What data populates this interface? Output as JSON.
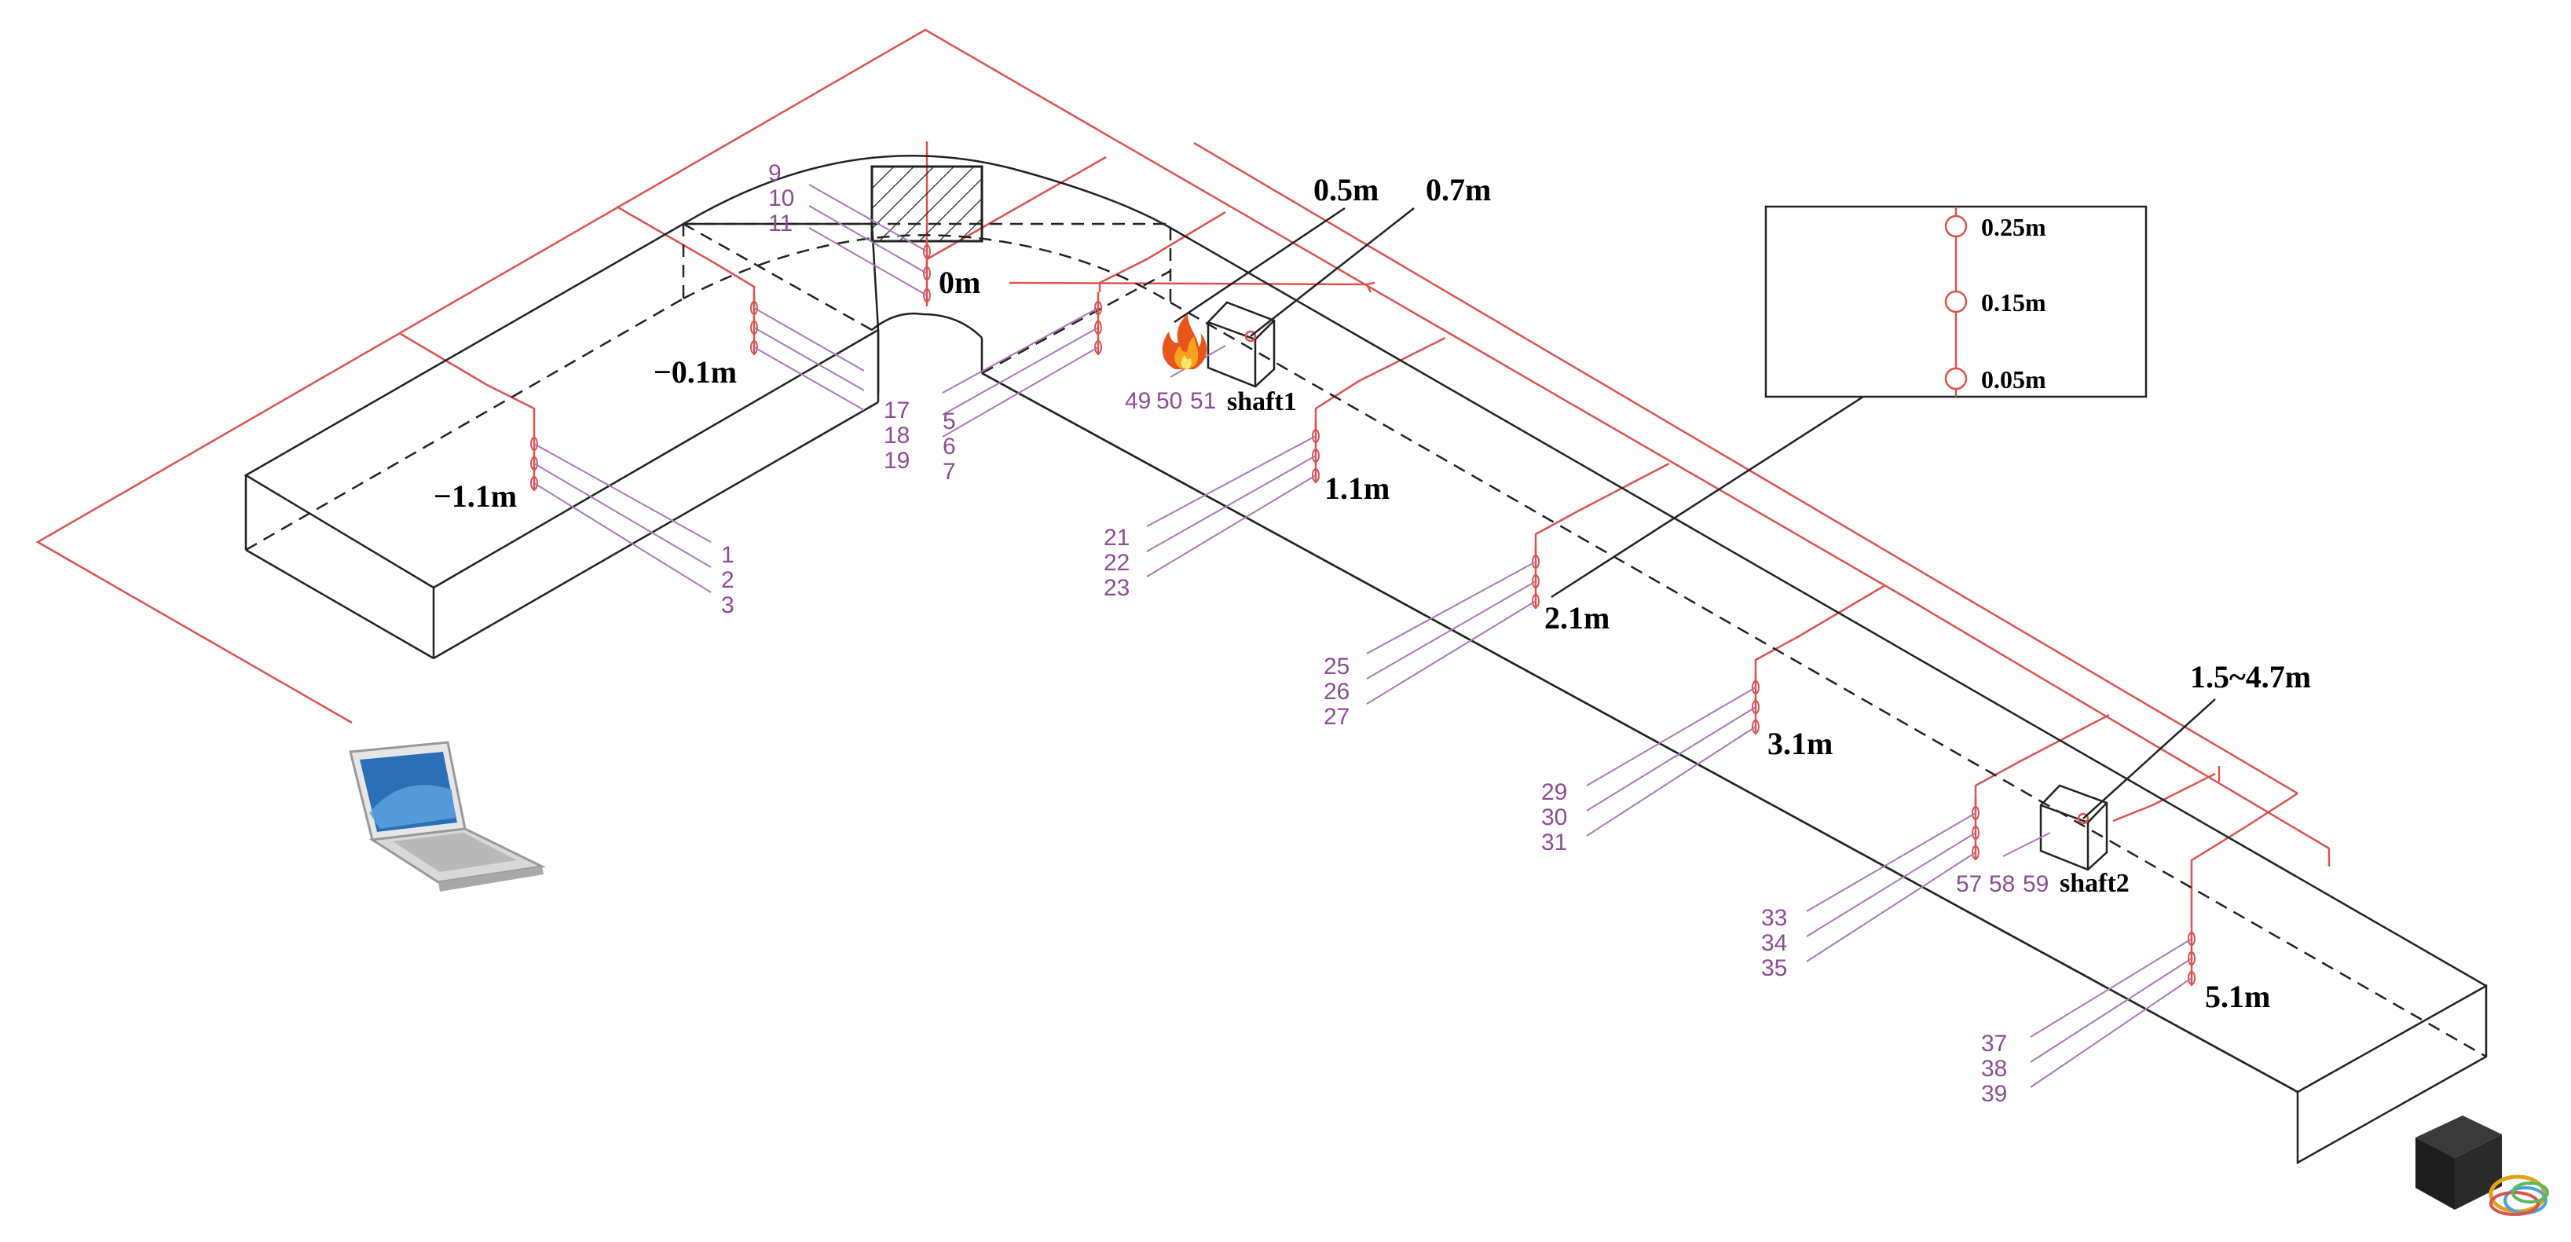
{
  "colors": {
    "wire": "#d9534f",
    "leader": "#a779b3",
    "label": "#8e4b96",
    "outline": "#222222"
  },
  "icons": {
    "fire": "fire-icon",
    "laptop": "laptop-icon",
    "daq": "data-logger-icon"
  },
  "positions": {
    "neg1_1": "−1.1m",
    "neg0_1": "−0.1m",
    "zero": "0m",
    "p1_1": "1.1m",
    "p2_1": "2.1m",
    "p3_1": "3.1m",
    "p5_1": "5.1m",
    "shaft1_a": "0.5m",
    "shaft1_b": "0.7m",
    "shaft2": "1.5~4.7m"
  },
  "shafts": {
    "shaft1": "shaft1",
    "shaft2": "shaft2"
  },
  "inset": {
    "h1": "0.25m",
    "h2": "0.15m",
    "h3": "0.05m"
  },
  "sensors": {
    "g1": [
      "1",
      "2",
      "3"
    ],
    "g2": [
      "9",
      "10",
      "11"
    ],
    "g3": [
      "17",
      "18",
      "19"
    ],
    "g4": [
      "5",
      "6",
      "7"
    ],
    "g5": [
      "49",
      "50",
      "51"
    ],
    "g6": [
      "21",
      "22",
      "23"
    ],
    "g7": [
      "25",
      "26",
      "27"
    ],
    "g8": [
      "29",
      "30",
      "31"
    ],
    "g9": [
      "33",
      "34",
      "35"
    ],
    "g10": [
      "57",
      "58",
      "59"
    ],
    "g11": [
      "37",
      "38",
      "39"
    ]
  }
}
